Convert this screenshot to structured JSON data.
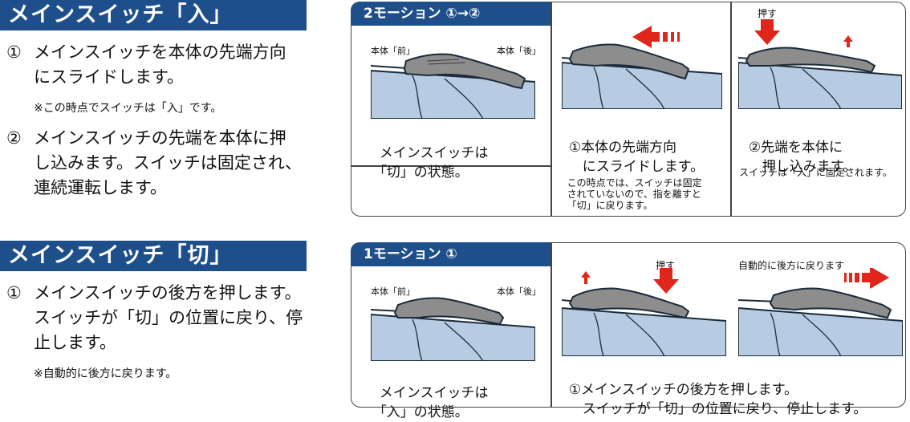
{
  "colors": {
    "header": "#1f4f8b",
    "arrow": "#e0261b",
    "water": "#b7cbe2"
  },
  "left": {
    "on": {
      "title": "メインスイッチ「入」",
      "steps": [
        {
          "num": "①",
          "lines": [
            "メインスイッチを本体の先端方向",
            "にスライドします。"
          ],
          "note": "※この時点でスイッチは「入」です。"
        },
        {
          "num": "②",
          "lines": [
            "メインスイッチの先端を本体に押",
            "し込みます。スイッチは固定され、",
            "連続運転します。"
          ]
        }
      ]
    },
    "off": {
      "title": "メインスイッチ「切」",
      "steps": [
        {
          "num": "①",
          "lines": [
            "メインスイッチの後方を押します。",
            "スイッチが「切」の位置に戻り、停",
            "止します。"
          ],
          "note": "※自動的に後方に戻ります。"
        }
      ]
    }
  },
  "panel_top": {
    "tab": "2モーション ①→②",
    "label_front": "本体「前」",
    "label_back": "本体「後」",
    "state_caption": [
      "メインスイッチは",
      "「切」の状態。"
    ],
    "step1": {
      "caption": [
        "①本体の先端方向",
        "　にスライドします。"
      ],
      "note": [
        "この時点では、スイッチは固定",
        "されていないので、指を離すと",
        "「切」に戻ります。"
      ]
    },
    "step2": {
      "push_label": "押す",
      "caption": [
        "②先端を本体に",
        "　押し込みます。"
      ],
      "note": "スイッチは「入」に固定されます。"
    }
  },
  "panel_bottom": {
    "tab": "1モーション ①",
    "label_front": "本体「前」",
    "label_back": "本体「後」",
    "state_caption": [
      "メインスイッチは",
      "「入」の状態。"
    ],
    "push_label": "押す",
    "auto_label": "自動的に後方に戻ります",
    "caption": [
      "①メインスイッチの後方を押します。",
      "　スイッチが「切」の位置に戻り、停止します。"
    ]
  }
}
